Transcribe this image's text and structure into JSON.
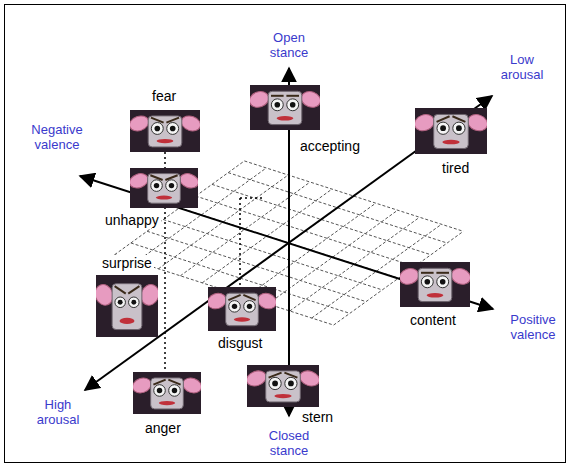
{
  "diagram": {
    "nodes": [
      {
        "text": [
          "accepting"
        ]
      },
      {
        "text": [
          "fear"
        ]
      },
      {
        "text": [
          "tired"
        ]
      },
      {
        "text": [
          "unhappy"
        ]
      },
      {
        "text": [
          "surprise"
        ]
      },
      {
        "text": [
          "disgust"
        ]
      },
      {
        "text": [
          "content"
        ]
      },
      {
        "text": [
          "stern"
        ]
      },
      {
        "text": [
          "anger"
        ]
      }
    ],
    "labels": [
      "Open stance",
      "Low arousal",
      "Negative valence",
      "Positive valence",
      "High arousal",
      "Closed stance"
    ]
  }
}
